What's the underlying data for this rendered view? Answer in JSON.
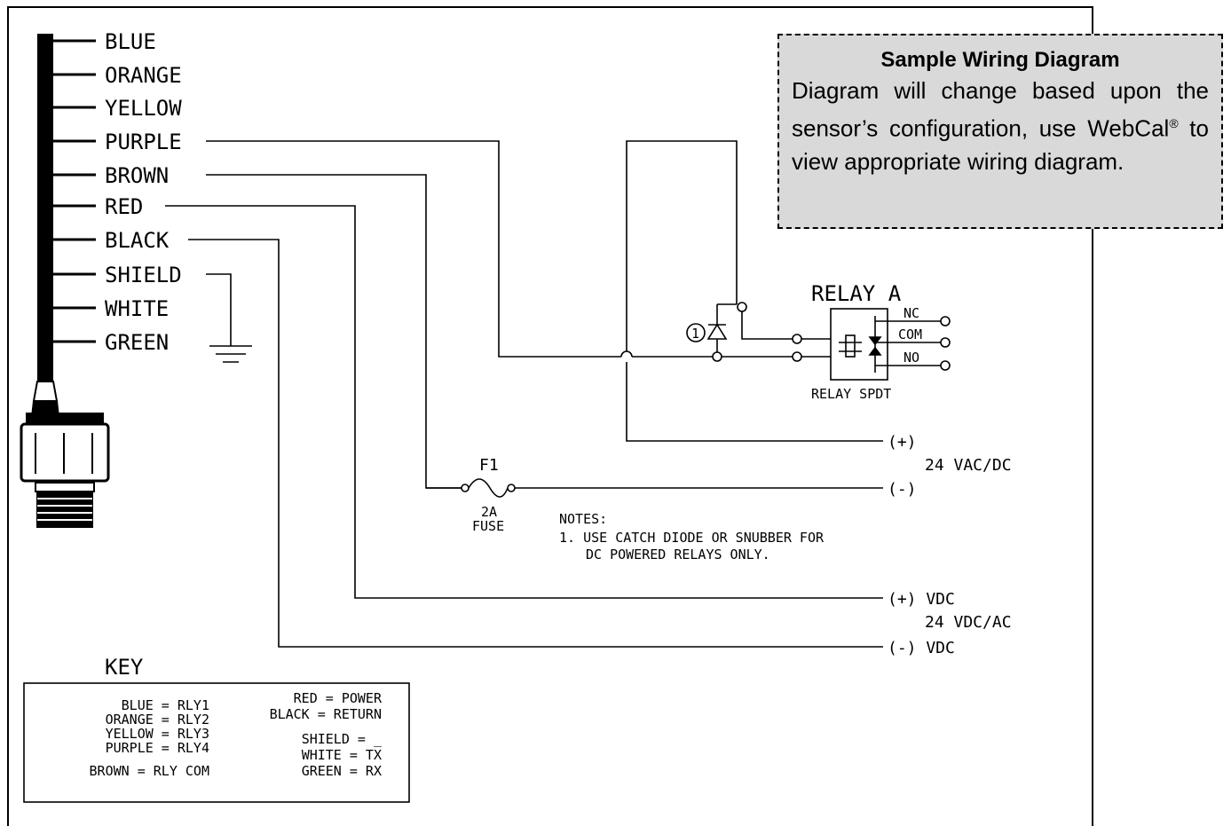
{
  "wires": [
    "BLUE",
    "ORANGE",
    "YELLOW",
    "PURPLE",
    "BROWN",
    "RED",
    "BLACK",
    "SHIELD",
    "WHITE",
    "GREEN"
  ],
  "relay": {
    "title": "RELAY A",
    "type": "RELAY SPDT",
    "nc": "NC",
    "com": "COM",
    "no": "NO",
    "diode_marker": "1"
  },
  "fuse": {
    "designator": "F1",
    "rating_line1": "2A",
    "rating_line2": "FUSE"
  },
  "notes": {
    "title": "NOTES:",
    "line1": "1. USE CATCH DIODE OR SNUBBER FOR",
    "line2": "DC POWERED RELAYS ONLY."
  },
  "terminals": {
    "plus1": "(+)",
    "supply1": "24 VAC/DC",
    "minus1": "(-)",
    "plus2": "(+) VDC",
    "supply2": "24 VDC/AC",
    "minus2": "(-) VDC"
  },
  "key": {
    "title": "KEY",
    "left": [
      "BLUE = RLY1",
      "ORANGE = RLY2",
      "YELLOW = RLY3",
      "PURPLE = RLY4",
      "BROWN = RLY COM"
    ],
    "right": [
      "RED = POWER",
      "BLACK = RETURN",
      "SHIELD = _",
      "WHITE = TX",
      "GREEN = RX"
    ]
  },
  "callout": {
    "title": "Sample Wiring Diagram",
    "body_before": "Diagram will change based upon the sensor’s configuration, use WebCal",
    "registered": "®",
    "body_after": " to view appropriate wiring diagram."
  },
  "colors": {
    "line": "#000000",
    "callout_bg": "#d9d9d9"
  }
}
